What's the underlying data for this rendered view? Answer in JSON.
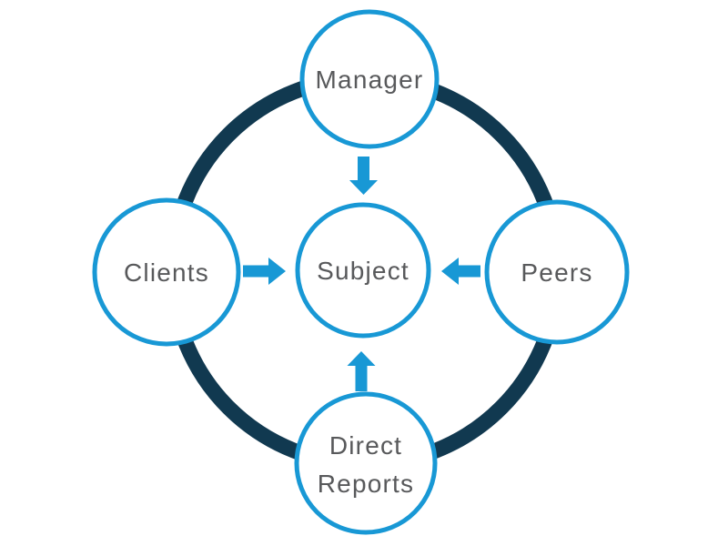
{
  "diagram": {
    "type": "360-degree-feedback-diagram",
    "center_node": {
      "id": "subject",
      "label": "Subject"
    },
    "nodes": [
      {
        "id": "manager",
        "label": "Manager",
        "position": "top",
        "arrow_to": "subject"
      },
      {
        "id": "clients",
        "label": "Clients",
        "position": "left",
        "arrow_to": "subject"
      },
      {
        "id": "peers",
        "label": "Peers",
        "position": "right",
        "arrow_to": "subject"
      },
      {
        "id": "direct-reports",
        "label": "Direct Reports",
        "label_lines": [
          "Direct",
          "Reports"
        ],
        "position": "bottom",
        "arrow_to": "subject"
      }
    ],
    "colors": {
      "accent_blue": "#1898d5",
      "ring_navy": "#113950",
      "label_gray": "#58595b",
      "node_fill": "#ffffff",
      "background": "#ffffff"
    }
  }
}
